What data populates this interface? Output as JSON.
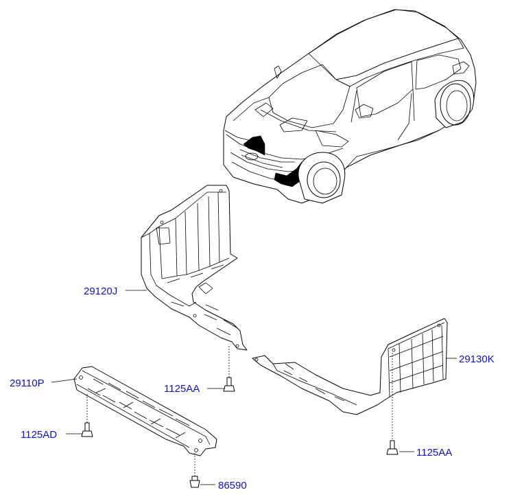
{
  "colors": {
    "label": "#1010c8",
    "line": "#000000",
    "background": "#ffffff"
  },
  "labels": {
    "p29120J": "29120J",
    "p29110P": "29110P",
    "p29130K": "29130K",
    "p1125AA_center": "1125AA",
    "p1125AD": "1125AD",
    "p1125AA_right": "1125AA",
    "p86590": "86590"
  }
}
